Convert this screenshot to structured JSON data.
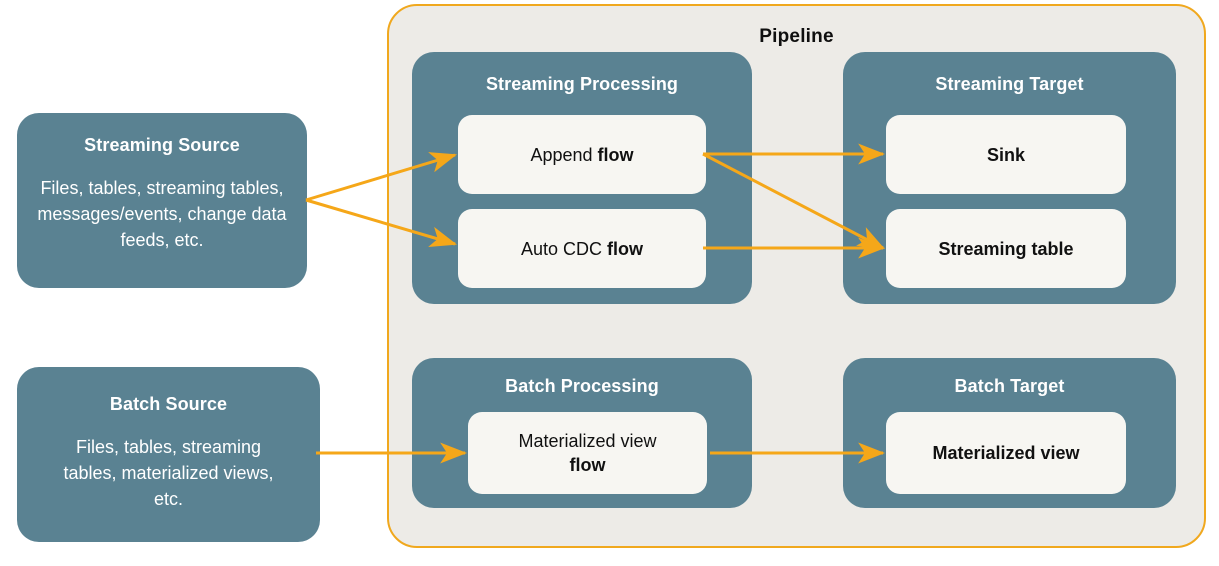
{
  "diagram": {
    "title": "Pipeline",
    "accent_color": "#F0A81E",
    "box_color": "#5A8292",
    "card_color": "#F7F6F2",
    "container_bg": "#EDEBE7",
    "sources": [
      {
        "id": "streaming-source",
        "title": "Streaming Source",
        "body": "Files, tables, streaming tables, messages/events, change data feeds, etc."
      },
      {
        "id": "batch-source",
        "title": "Batch Source",
        "body": "Files, tables, streaming tables, materialized views, etc."
      }
    ],
    "groups": [
      {
        "id": "streaming-processing",
        "title": "Streaming Processing",
        "cards": [
          {
            "id": "append-flow",
            "text_plain": "Append ",
            "text_bold": "flow",
            "second_line": ""
          },
          {
            "id": "auto-cdc-flow",
            "text_plain": "Auto CDC ",
            "text_bold": "flow",
            "second_line": ""
          }
        ]
      },
      {
        "id": "streaming-target",
        "title": "Streaming Target",
        "cards": [
          {
            "id": "sink",
            "text_plain": "",
            "text_bold": "Sink",
            "second_line": ""
          },
          {
            "id": "streaming-table",
            "text_plain": "",
            "text_bold": "Streaming table",
            "second_line": ""
          }
        ]
      },
      {
        "id": "batch-processing",
        "title": "Batch Processing",
        "cards": [
          {
            "id": "materialized-view-flow",
            "text_plain": "Materialized view",
            "text_bold": "flow",
            "second_line": "flow"
          }
        ]
      },
      {
        "id": "batch-target",
        "title": "Batch Target",
        "cards": [
          {
            "id": "materialized-view",
            "text_plain": "",
            "text_bold": "Materialized view",
            "second_line": ""
          }
        ]
      }
    ],
    "connections": [
      {
        "id": "streaming-source-to-append-flow",
        "from": "streaming-source",
        "to": "append-flow"
      },
      {
        "id": "streaming-source-to-auto-cdc-flow",
        "from": "streaming-source",
        "to": "auto-cdc-flow"
      },
      {
        "id": "append-flow-to-sink",
        "from": "append-flow",
        "to": "sink"
      },
      {
        "id": "append-flow-to-streaming-table",
        "from": "append-flow",
        "to": "streaming-table"
      },
      {
        "id": "auto-cdc-flow-to-streaming-table",
        "from": "auto-cdc-flow",
        "to": "streaming-table"
      },
      {
        "id": "batch-source-to-materialized-view-flow",
        "from": "batch-source",
        "to": "materialized-view-flow"
      },
      {
        "id": "materialized-view-flow-to-materialized-view",
        "from": "materialized-view-flow",
        "to": "materialized-view"
      }
    ]
  }
}
